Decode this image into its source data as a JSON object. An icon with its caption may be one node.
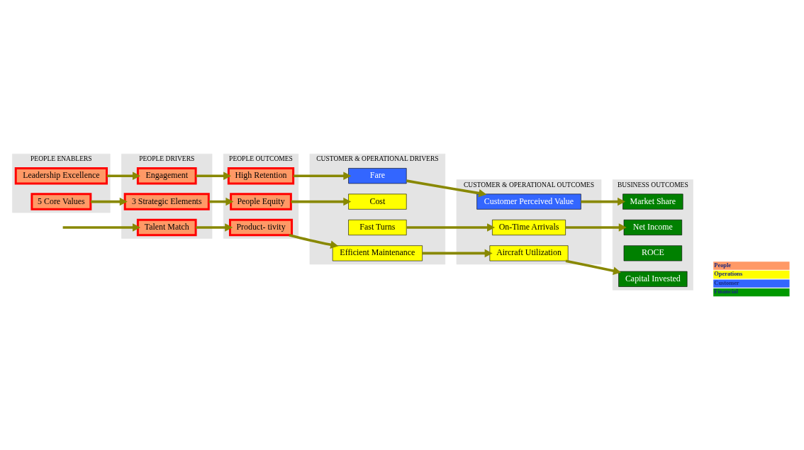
{
  "diagram": {
    "nodes": [
      {
        "text": [
          "PEOPLE ENABLERS"
        ]
      },
      {
        "text": [
          "Leadership Excellence"
        ],
        "in": 0
      },
      {
        "text": [
          "5 Core Values"
        ],
        "in": 0
      },
      {
        "text": [
          "PEOPLE DRIVERS"
        ]
      },
      {
        "text": [
          "Engagement"
        ],
        "in": 3
      },
      {
        "text": [
          "3 Strategic Elements"
        ],
        "in": 3
      },
      {
        "text": [
          "Talent Match"
        ],
        "in": 3
      },
      {
        "text": [
          "PEOPLE OUTCOMES"
        ]
      },
      {
        "text": [
          "High Retention"
        ],
        "in": 7
      },
      {
        "text": [
          "People Equity"
        ],
        "in": 7
      },
      {
        "text": [
          "Product- tivity"
        ],
        "in": 7
      },
      {
        "text": [
          "CUSTOMER & OPERATIONAL DRIVERS"
        ]
      },
      {
        "text": [
          "Fare"
        ],
        "in": 11
      },
      {
        "text": [
          "Cost"
        ],
        "in": 11
      },
      {
        "text": [
          "Fast Turns"
        ],
        "in": 11
      },
      {
        "text": [
          "Efficient Maintenance"
        ],
        "in": 11
      },
      {
        "text": [
          "CUSTOMER & OPERATIONAL OUTCOMES"
        ]
      },
      {
        "text": [
          "Customer Perceived Value"
        ],
        "in": 16
      },
      {
        "text": [
          "On-Time Arrivals"
        ],
        "in": 16
      },
      {
        "text": [
          "Aircraft Utilization"
        ],
        "in": 16
      },
      {
        "text": [
          "BUSINESS OUTCOMES"
        ]
      },
      {
        "text": [
          "Market Share"
        ],
        "in": 20
      },
      {
        "text": [
          "Net Income"
        ],
        "in": 20
      },
      {
        "text": [
          "ROCE"
        ],
        "in": 20
      },
      {
        "text": [
          "Capital Invested"
        ],
        "in": 20
      }
    ],
    "edges": [
      {
        "from": 1,
        "to": 4,
        "arrow": "to"
      },
      {
        "from": 2,
        "to": 5,
        "arrow": "to"
      },
      {
        "from": null,
        "to": 6,
        "arrow": "to"
      },
      {
        "from": 4,
        "to": 8,
        "arrow": "to"
      },
      {
        "from": 5,
        "to": 9,
        "arrow": "to"
      },
      {
        "from": 6,
        "to": 10,
        "arrow": "to"
      },
      {
        "from": 8,
        "to": 12,
        "arrow": "to"
      },
      {
        "from": 9,
        "to": 13,
        "arrow": "to"
      },
      {
        "from": 10,
        "to": 15,
        "arrow": "to"
      },
      {
        "from": 12,
        "to": 17,
        "arrow": "to"
      },
      {
        "from": 14,
        "to": 18,
        "arrow": "to"
      },
      {
        "from": 15,
        "to": 19,
        "arrow": "to"
      },
      {
        "from": 17,
        "to": 21,
        "arrow": "to"
      },
      {
        "from": 18,
        "to": 22,
        "arrow": "to"
      },
      {
        "from": 19,
        "to": 24,
        "arrow": "to"
      }
    ],
    "legend": [
      {
        "text": "People",
        "color": "#ff9966"
      },
      {
        "text": "Operations",
        "color": "#ffff00"
      },
      {
        "text": "Customer",
        "color": "#3366ff"
      },
      {
        "text": "Financial",
        "color": "#009900"
      }
    ]
  }
}
